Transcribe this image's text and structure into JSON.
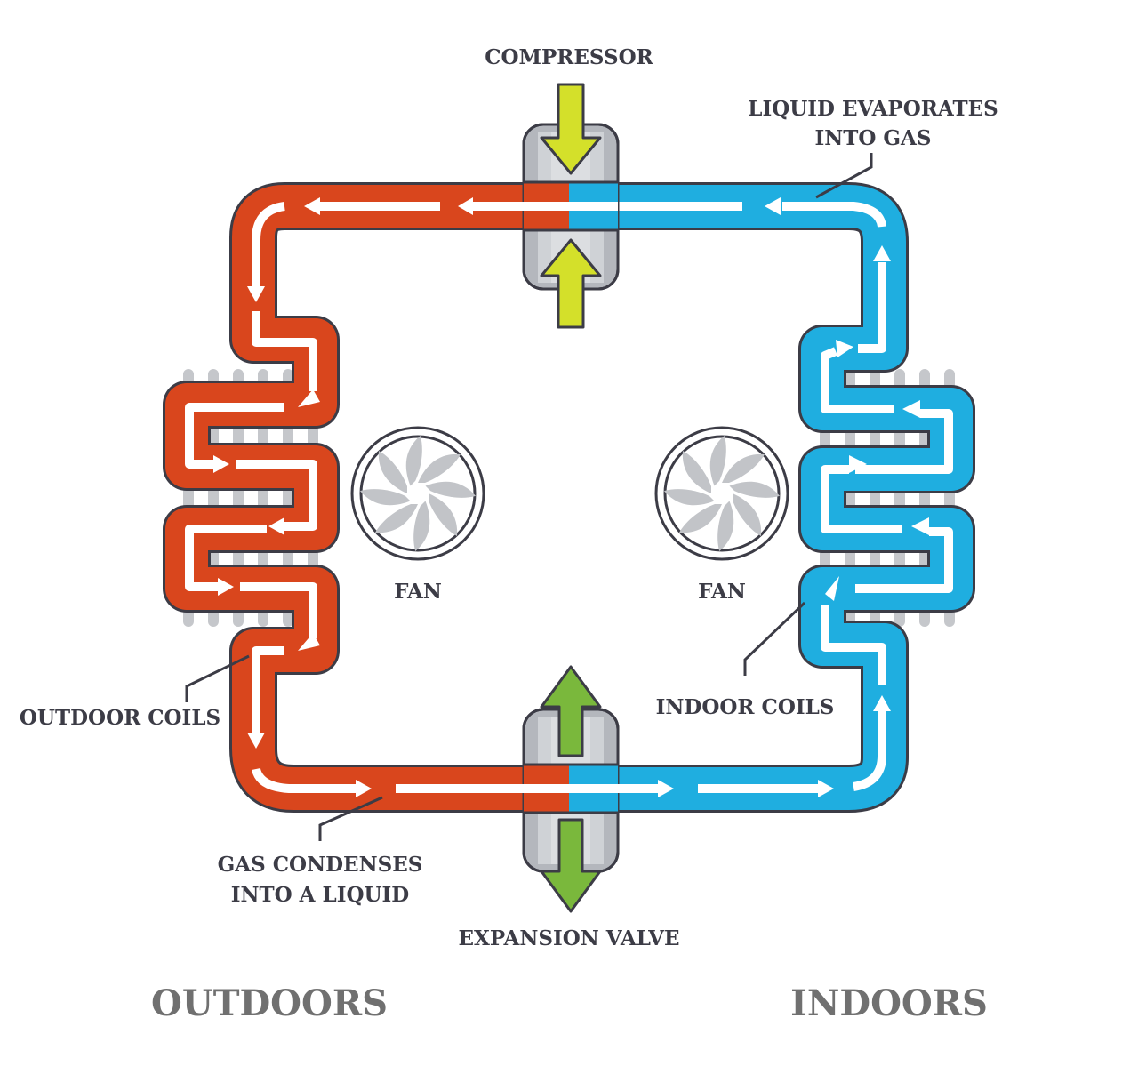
{
  "labels": {
    "compressor": "COMPRESSOR",
    "evaporates_line1": "LIQUID EVAPORATES",
    "evaporates_line2": "INTO GAS",
    "fan_left": "FAN",
    "fan_right": "FAN",
    "outdoor_coils": "OUTDOOR COILS",
    "indoor_coils": "INDOOR COILS",
    "condenses_line1": "GAS CONDENSES",
    "condenses_line2": "INTO A LIQUID",
    "expansion_valve": "EXPANSION VALVE",
    "outdoors": "OUTDOORS",
    "indoors": "INDOORS"
  },
  "colors": {
    "hot_pipe": "#d9461d",
    "cold_pipe": "#1faee0",
    "outline": "#3c3c46",
    "compressor_arrow": "#d4e02a",
    "expansion_arrow": "#7ab83c",
    "housing": "#b4b7bd",
    "fan_blade": "#c2c4c8",
    "fin": "#c5c7cb"
  }
}
